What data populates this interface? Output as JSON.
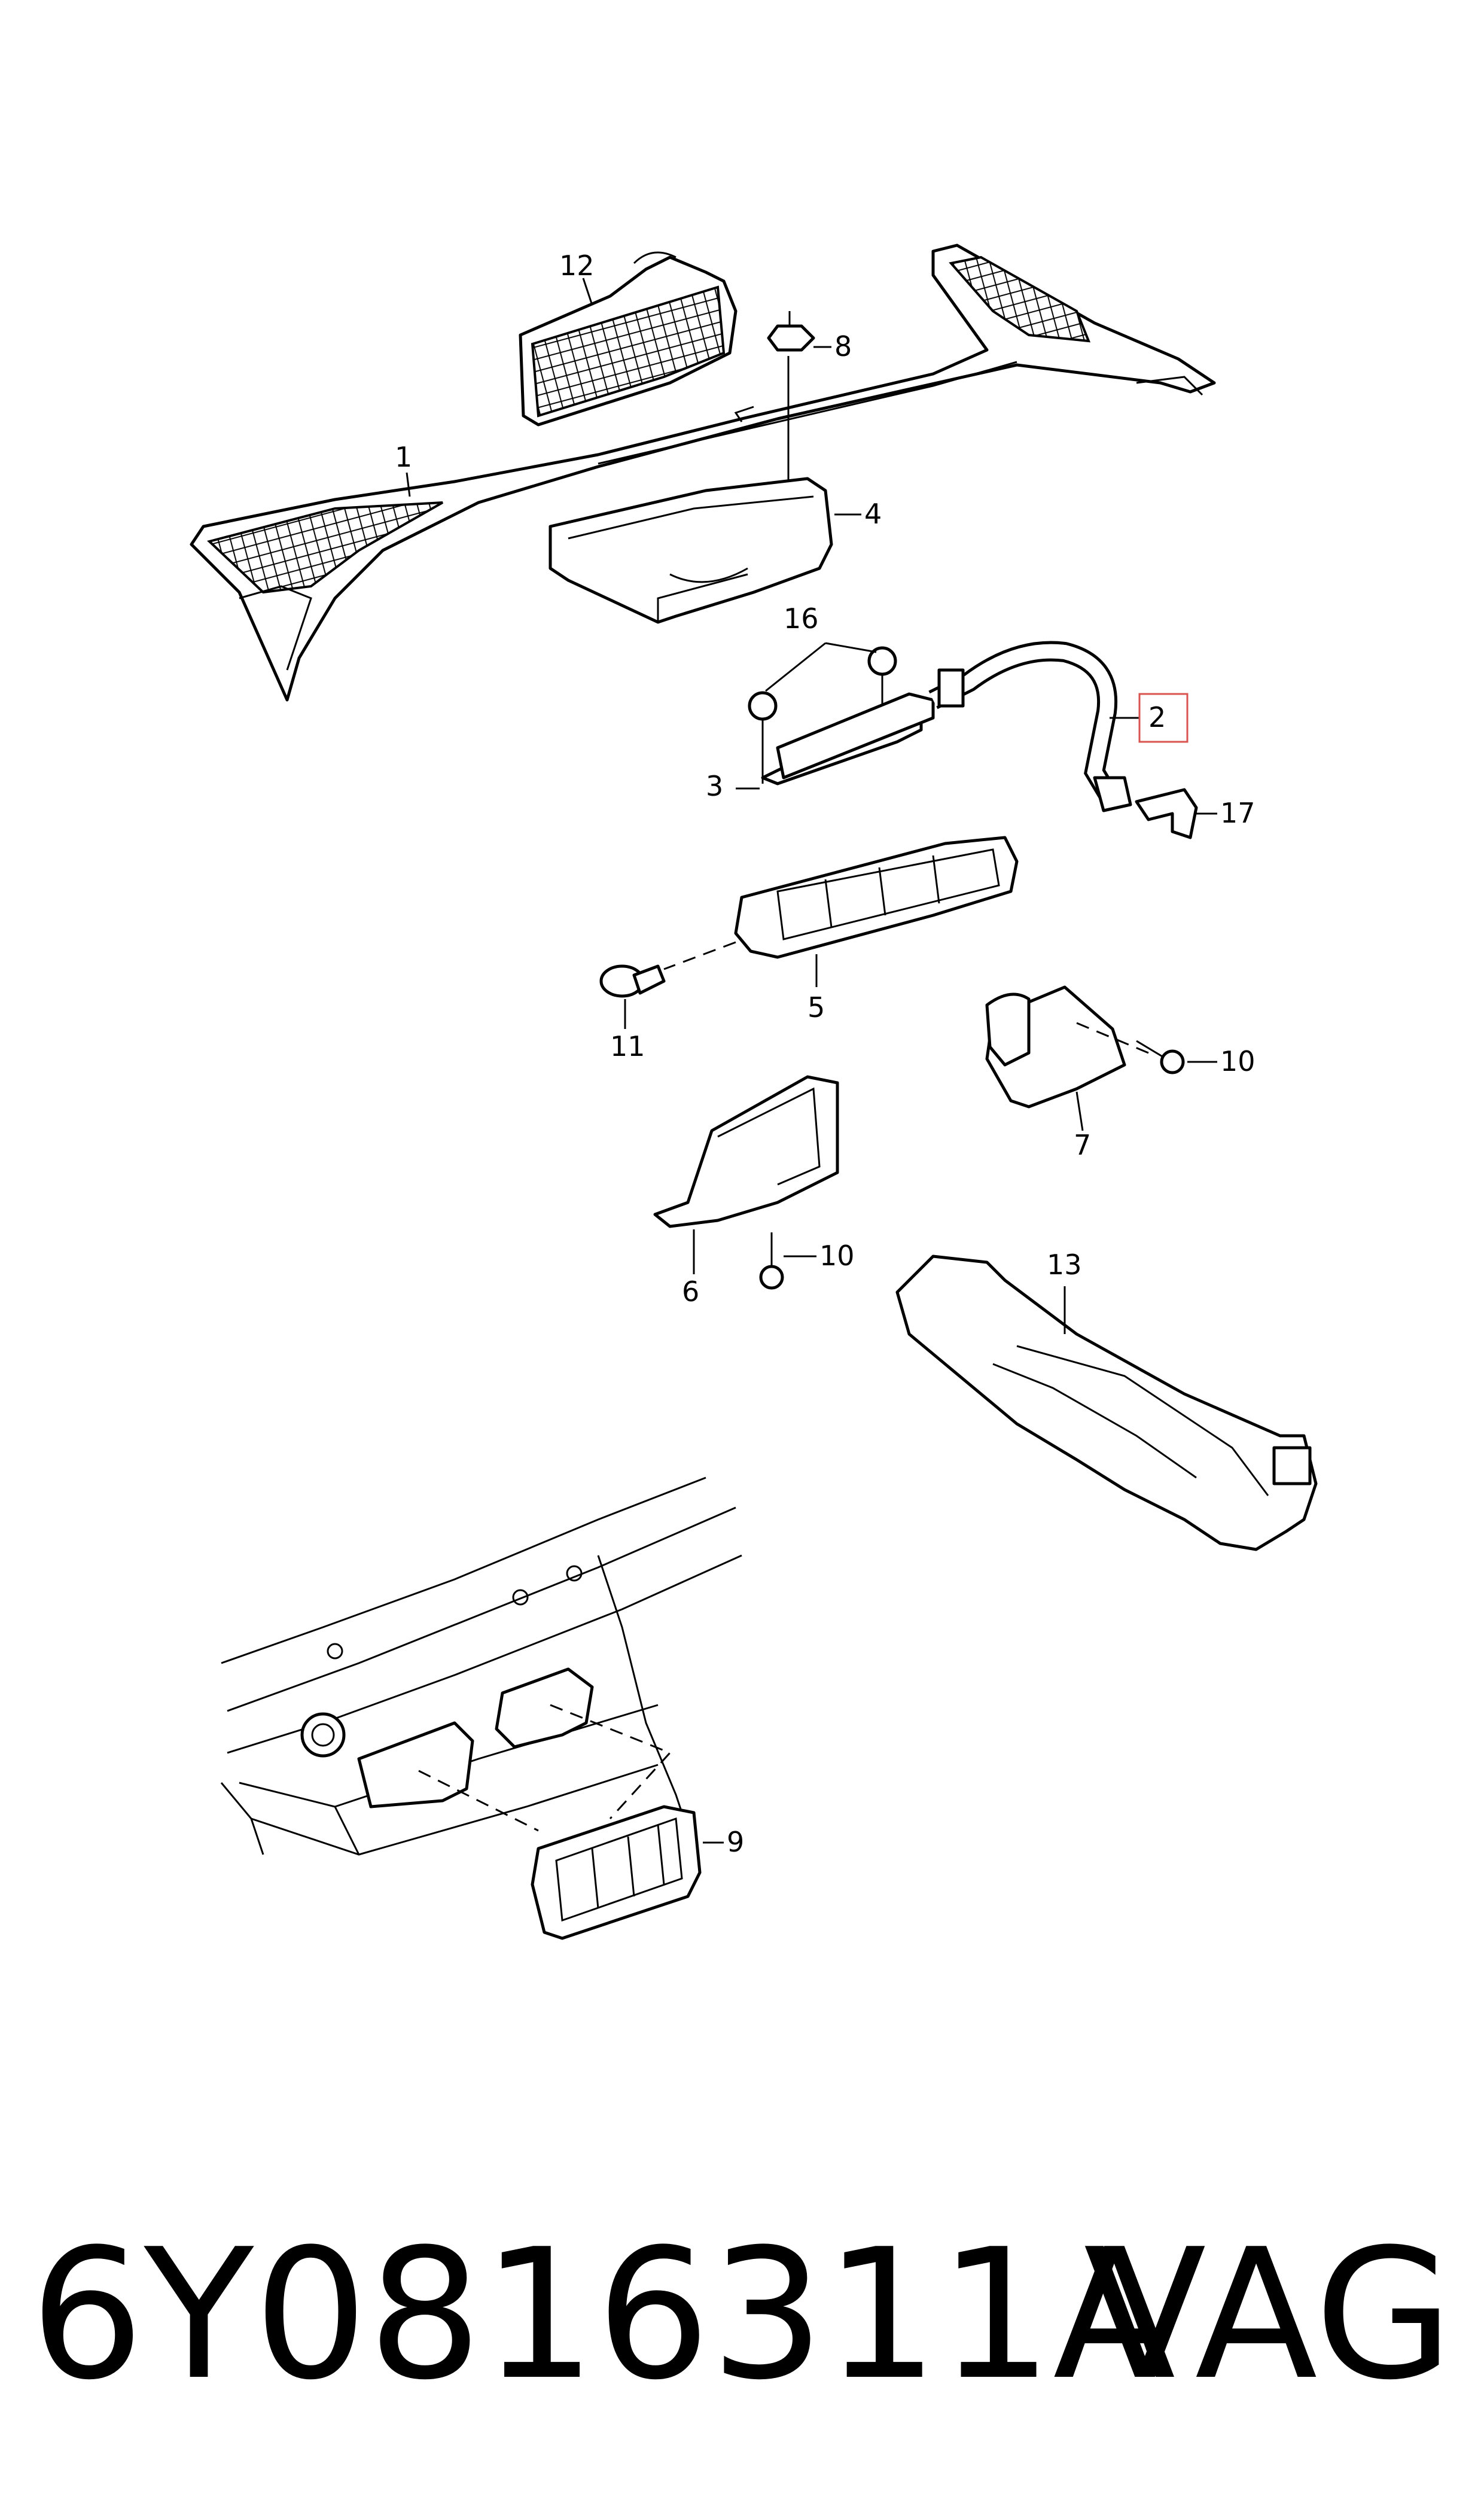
{
  "callouts": {
    "c1": "1",
    "c2": "2",
    "c3": "3",
    "c4": "4",
    "c5": "5",
    "c6": "6",
    "c7": "7",
    "c8": "8",
    "c9": "9",
    "c10a": "10",
    "c10b": "10",
    "c11": "11",
    "c12": "12",
    "c13": "13",
    "c16": "16",
    "c17": "17"
  },
  "highlight_color": "#d9534f",
  "footer": {
    "part_number": "6Y0816311A",
    "brand": "VAG"
  }
}
